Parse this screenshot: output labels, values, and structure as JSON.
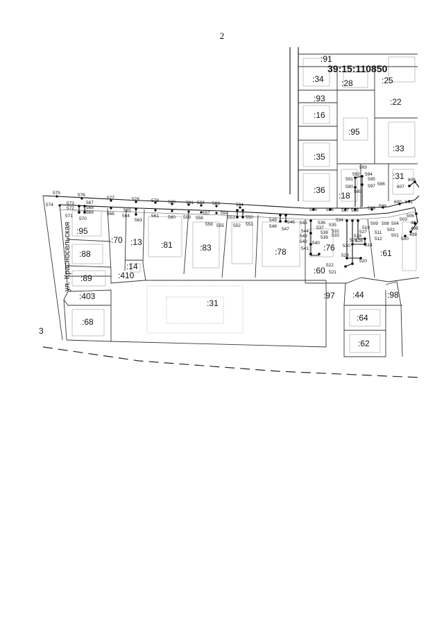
{
  "page_number": "2",
  "quarter_number": "39:15:110850",
  "street": "ул. Красносельская",
  "parcels": [
    ":91",
    ":34",
    ":28",
    ":25",
    ":93",
    ":16",
    ":22",
    ":95",
    ":33",
    ":35",
    ":31",
    ":18",
    ":36",
    ":95",
    ":70",
    ":13",
    ":81",
    ":83",
    ":78",
    ":76",
    ":61",
    ":88",
    ":14",
    ":89",
    ":410",
    ":60",
    ":403",
    ":31",
    ":97",
    ":44",
    ":98",
    ":68",
    ":64",
    ":62",
    "3"
  ],
  "points": [
    "575",
    "576",
    "577",
    "578",
    "579",
    "580",
    "581",
    "582",
    "583",
    "584",
    "574",
    "567",
    "573",
    "572",
    "568",
    "569",
    "571",
    "570",
    "566",
    "565",
    "564",
    "563",
    "561",
    "560",
    "559",
    "558",
    "557",
    "554",
    "556",
    "555",
    "553",
    "550",
    "552",
    "551",
    "549",
    "548",
    "547",
    "546",
    "545",
    "544",
    "543",
    "542",
    "541",
    "540",
    "539",
    "538",
    "537",
    "536",
    "535",
    "534",
    "533",
    "532",
    "585",
    "586",
    "587",
    "588",
    "593",
    "592",
    "591",
    "590",
    "589",
    "594",
    "595",
    "597",
    "596",
    "598",
    "599",
    "600",
    "601",
    "607",
    "608",
    "509",
    "508",
    "504",
    "503",
    "502",
    "501",
    "500",
    "499",
    "497",
    "498",
    "506",
    "530",
    "529",
    "528",
    "527",
    "526",
    "511",
    "512",
    "514",
    "510",
    "523",
    "522",
    "521",
    "520"
  ]
}
